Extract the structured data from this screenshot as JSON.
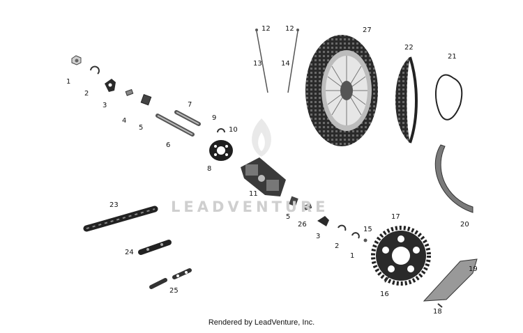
{
  "watermark": "LEADVENTURE",
  "caption": "Rendered by LeadVenture, Inc.",
  "labels": {
    "n1a": "1",
    "n2a": "2",
    "n3a": "3",
    "n4": "4",
    "n5a": "5",
    "n6": "6",
    "n7": "7",
    "n8": "8",
    "n9": "9",
    "n10": "10",
    "n11": "11",
    "n12a": "12",
    "n12b": "12",
    "n13": "13",
    "n14": "14",
    "n15": "15",
    "n16": "16",
    "n17": "17",
    "n18": "18",
    "n19": "19",
    "n20": "20",
    "n21": "21",
    "n22": "22",
    "n23": "23",
    "n24": "24",
    "n25": "25",
    "n26": "26",
    "n27": "27",
    "n1b": "1",
    "n2b": "2",
    "n3b": "3",
    "n5b": "5"
  },
  "colors": {
    "part": "#2a2a2a",
    "metal": "#9a9a9a",
    "watermark": "#cfcfcf"
  }
}
